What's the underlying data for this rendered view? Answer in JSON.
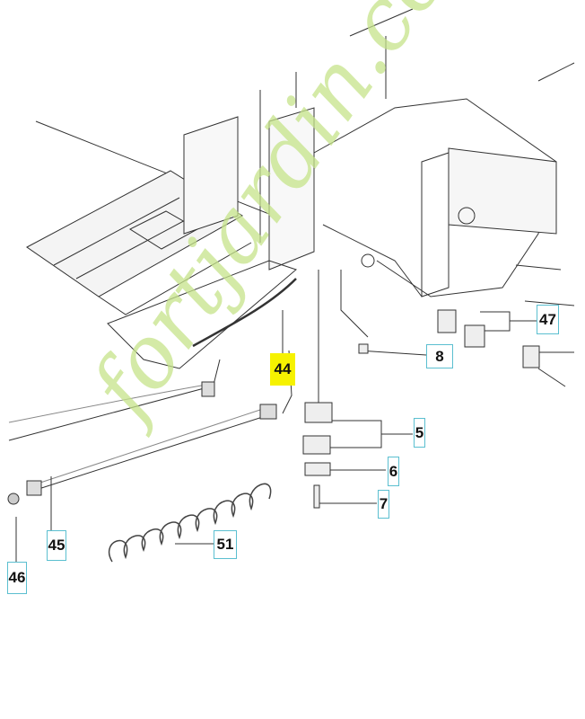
{
  "diagram": {
    "watermark": "fortjardin.com",
    "callouts": [
      {
        "id": "44",
        "highlighted": true
      },
      {
        "id": "8",
        "highlighted": false
      },
      {
        "id": "47",
        "highlighted": false
      },
      {
        "id": "5",
        "highlighted": false
      },
      {
        "id": "6",
        "highlighted": false
      },
      {
        "id": "7",
        "highlighted": false
      },
      {
        "id": "45",
        "highlighted": false
      },
      {
        "id": "46",
        "highlighted": false
      },
      {
        "id": "51",
        "highlighted": false
      }
    ],
    "colors": {
      "highlight": "#f6f200",
      "callout_border": "#5bbfd0",
      "watermark": "#c6e48a"
    }
  }
}
